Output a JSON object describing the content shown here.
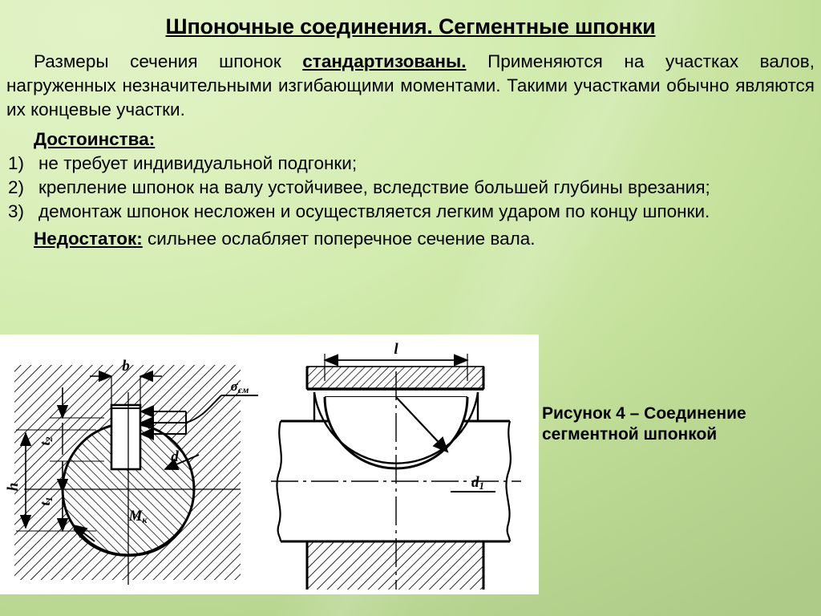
{
  "slide": {
    "background_top_left": "#dcf0bd",
    "background_bottom_right": "#aecb88",
    "text_color": "#000000"
  },
  "title": "Шпоночные соединения. Сегментные шпонки",
  "intro": {
    "part1": "Размеры сечения шпонок ",
    "emphasis": "стандартизованы.",
    "part2": " Применяются на участках валов, нагруженных незначительными изгибающими моментами. Такими участками обычно являются их концевые участки."
  },
  "advantages": {
    "heading": "Достоинства:",
    "items": [
      {
        "number": "1)",
        "text": "не требует индивидуальной подгонки;"
      },
      {
        "number": "2)",
        "text": "крепление шпонок на валу устойчивее, вследствие большей глубины врезания;"
      },
      {
        "number": "3)",
        "text": "демонтаж шпонок несложен и осуществляется легким ударом по концу шпонки."
      }
    ]
  },
  "drawback": {
    "lead": "Недостаток:",
    "text": " сильнее ослабляет поперечное сечение вала."
  },
  "figure": {
    "caption_line1": "Рисунок 4 – Соединение",
    "caption_line2": "сегментной шпонкой",
    "labels": {
      "b": "b",
      "h": "h",
      "t1": "t",
      "t1_sub": "1",
      "t2": "t",
      "t2_sub": "2",
      "d": "d",
      "sigma": "σ",
      "sigma_sub": "см",
      "moment": "M",
      "moment_sub": "к",
      "l": "l",
      "d1": "d",
      "d1_sub": "1"
    }
  }
}
